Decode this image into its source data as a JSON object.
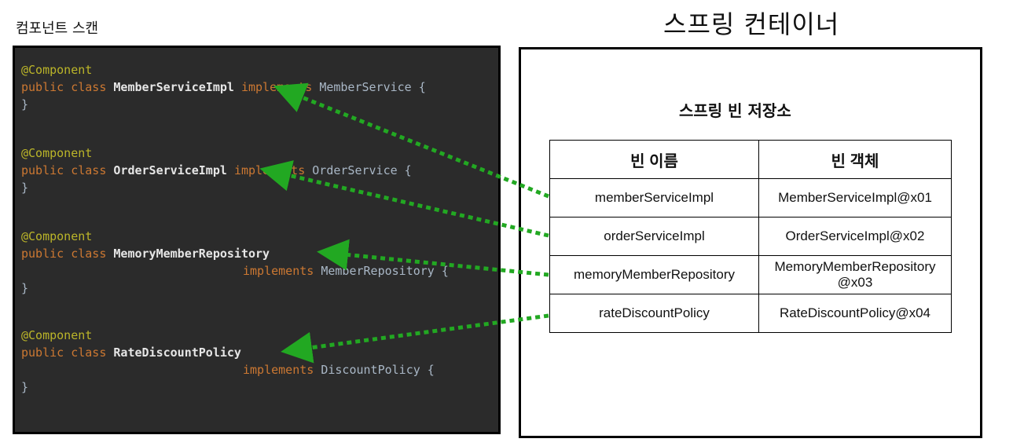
{
  "left_title": "컴포넌트 스캔",
  "right_title": "스프링 컨테이너",
  "store_title": "스프링 빈 저장소",
  "code_blocks": [
    {
      "annotation": "@Component",
      "kw": "public class ",
      "cls": "MemberServiceImpl",
      "impl_kw": "implements",
      "iface": "MemberService {",
      "close": "}"
    },
    {
      "annotation": "@Component",
      "kw": "public class ",
      "cls": "OrderServiceImpl",
      "impl_kw": "implements",
      "iface": "OrderService {",
      "close": "}"
    },
    {
      "annotation": "@Component",
      "kw": "public class ",
      "cls": "MemoryMemberRepository",
      "impl_kw": "implements",
      "iface": "MemberRepository {",
      "close": "}"
    },
    {
      "annotation": "@Component",
      "kw": "public class ",
      "cls": "RateDiscountPolicy",
      "impl_kw": "implements",
      "iface": "DiscountPolicy {",
      "close": "}"
    }
  ],
  "table": {
    "headers": [
      "빈 이름",
      "빈 객체"
    ],
    "rows": [
      {
        "name": "memberServiceImpl",
        "object": "MemberServiceImpl@x01"
      },
      {
        "name": "orderServiceImpl",
        "object": "OrderServiceImpl@x02"
      },
      {
        "name": "memoryMemberRepository",
        "object_line1": "MemoryMemberRepository",
        "object_line2": "@x03"
      },
      {
        "name": "rateDiscountPolicy",
        "object": "RateDiscountPolicy@x04"
      }
    ]
  },
  "colors": {
    "arrow": "#22a822",
    "code_bg": "#2b2b2b",
    "annotation": "#bbb529",
    "keyword": "#cc7832"
  }
}
